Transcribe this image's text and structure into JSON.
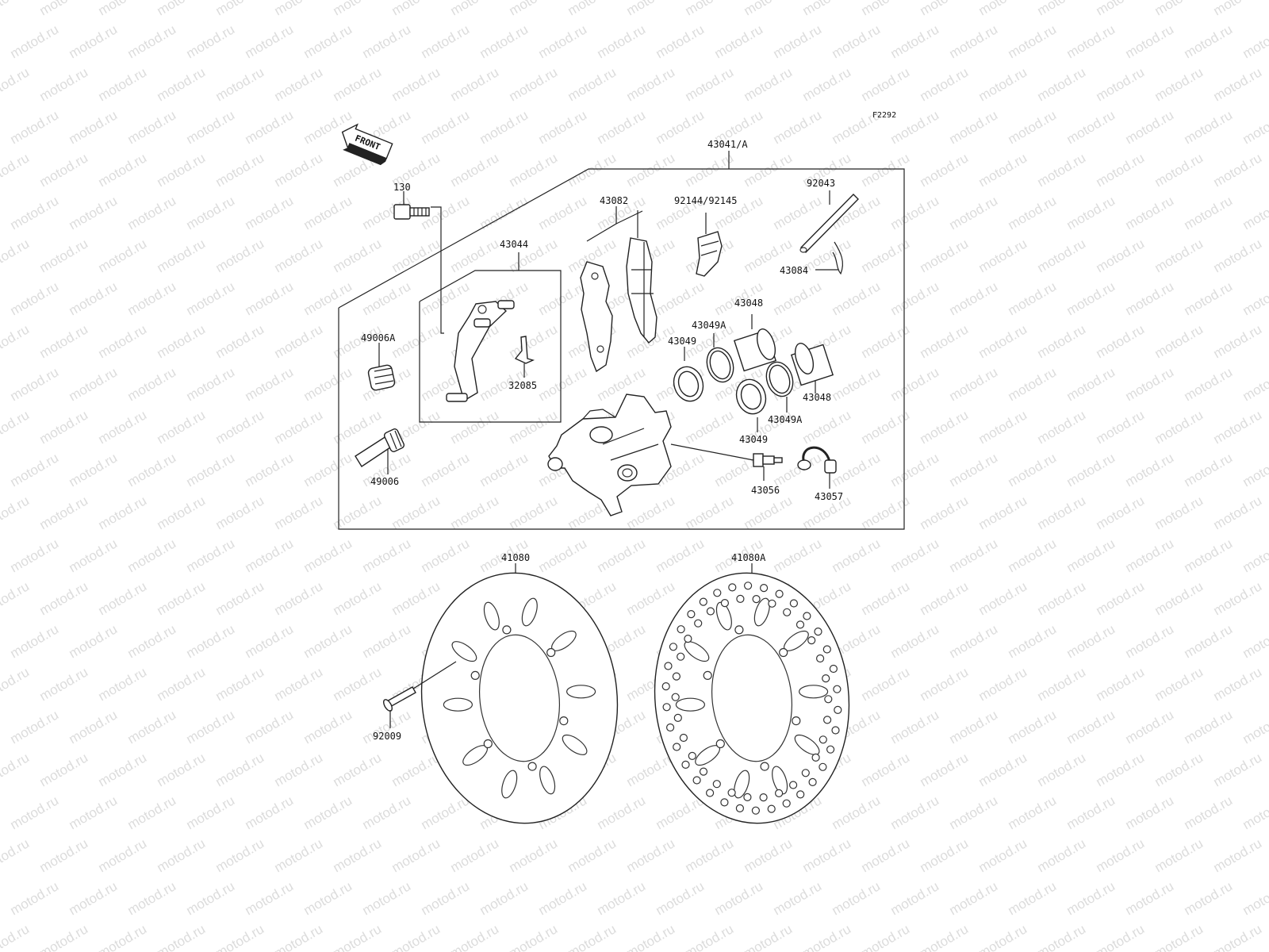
{
  "diagram_code": "F2292",
  "front_indicator": "FRONT",
  "watermark_text": "motod.ru",
  "labels": {
    "p43041": "43041/A",
    "p130": "130",
    "p43082": "43082",
    "p92144": "92144/92145",
    "p92043": "92043",
    "p43084": "43084",
    "p43044": "43044",
    "p43048a": "43048",
    "p43049Aa": "43049A",
    "p43049a": "43049",
    "p49006A": "49006A",
    "p32085": "32085",
    "p43048b": "43048",
    "p43049Ab": "43049A",
    "p43049b": "43049",
    "p49006": "49006",
    "p43056": "43056",
    "p43057": "43057",
    "p41080": "41080",
    "p41080A": "41080A",
    "p92009": "92009"
  }
}
